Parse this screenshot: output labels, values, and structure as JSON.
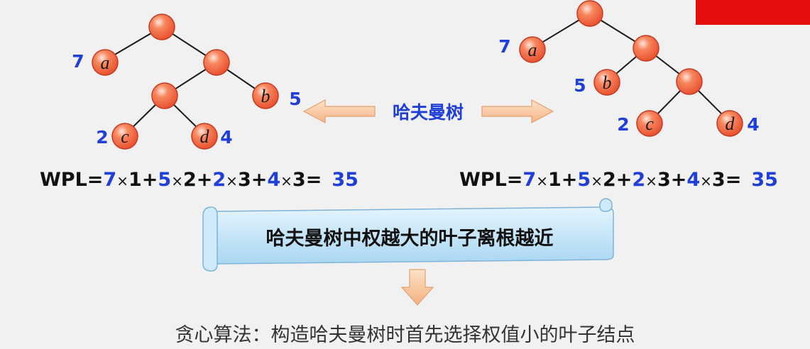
{
  "colors": {
    "node_fill": "#f26a48",
    "node_stroke": "#c23b22",
    "weight_text": "#1f3fd8",
    "arrow_fill": "#f8c9a0",
    "banner_fill": "#bfe3f7",
    "corner_accent": "#e60d0d"
  },
  "left_tree": {
    "leaves": [
      {
        "letter": "a",
        "weight": "7"
      },
      {
        "letter": "b",
        "weight": "5"
      },
      {
        "letter": "c",
        "weight": "2"
      },
      {
        "letter": "d",
        "weight": "4"
      }
    ]
  },
  "right_tree": {
    "leaves": [
      {
        "letter": "a",
        "weight": "7"
      },
      {
        "letter": "b",
        "weight": "5"
      },
      {
        "letter": "c",
        "weight": "2"
      },
      {
        "letter": "d",
        "weight": "4"
      }
    ]
  },
  "arrow_label": "哈夫曼树",
  "wpl_left": {
    "prefix": "WPL=",
    "terms": [
      {
        "w": "7",
        "d": "1"
      },
      {
        "w": "5",
        "d": "2"
      },
      {
        "w": "2",
        "d": "3"
      },
      {
        "w": "4",
        "d": "3"
      }
    ],
    "result": "35"
  },
  "wpl_right": {
    "prefix": "WPL=",
    "terms": [
      {
        "w": "7",
        "d": "1"
      },
      {
        "w": "5",
        "d": "2"
      },
      {
        "w": "2",
        "d": "3"
      },
      {
        "w": "4",
        "d": "3"
      }
    ],
    "result": "35"
  },
  "banner_text": "哈夫曼树中权越大的叶子离根越近",
  "footer_text": "贪心算法：构造哈夫曼树时首先选择权值小的叶子结点"
}
